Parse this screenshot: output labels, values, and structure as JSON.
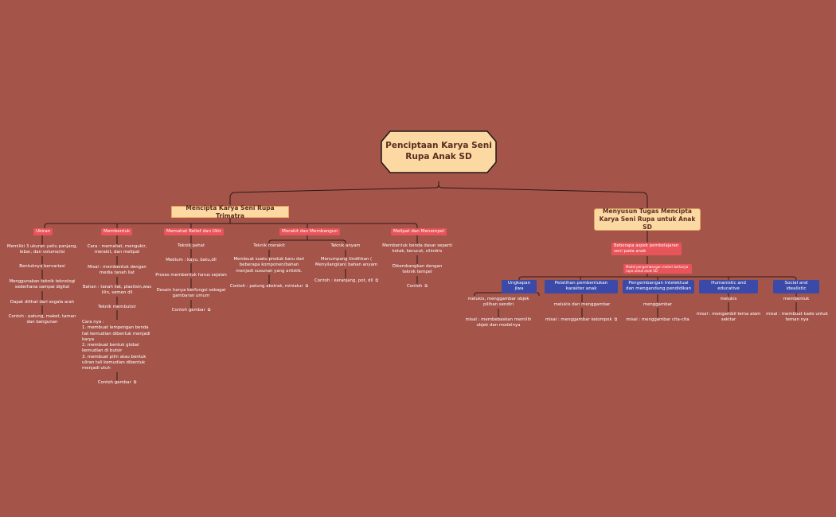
{
  "root": "Penciptaan Karya Seni Rupa Anak SD",
  "left": {
    "title": "Mencipta Karya Seni Rupa Trimatra",
    "c1": {
      "tag": "Ukiran",
      "items": [
        "Memiliki 3 ukuran yaitu panjang, lebar, dan volume/isi",
        "Bentuknya bervariasi",
        "Menggunakan teknik teknologi sederhana sampai digital",
        "Dapat dilihat dari segala arah",
        "Contoh : patung, maket, taman dan bangunan"
      ]
    },
    "c2": {
      "tag": "Membentuk",
      "items": [
        "Cara : memahat, mengukir, merakit, dan melipat",
        "Misal : membentuk dengan media tanah liat",
        "Bahan : tanah liat, plastisin,was lilin, semen dll",
        "Teknik membutsir",
        "Cara nya :\n1. membuat lempengan benda liat kemudian dibentuk menjadi karya\n2. membuat bentuk global kemudian di butsir\n3. membuat pilin atau bentuk uliran tali kemudian dibentuk menjadi utuh",
        "Contoh gambar"
      ]
    },
    "c3": {
      "tag": "Memahat Relief dan Ukir",
      "items": [
        "Teknik pahat",
        "Medium : kayu, batu,dll",
        "Proses membentuk harus sejalan",
        "Desain hanya berfungsi sebagai gambaran umum",
        "Contoh gambar"
      ]
    },
    "c4": {
      "tag": "Merakit dan Membangun",
      "items": [
        "Teknik merakit",
        "Membuat suatu produk baru dari beberapa komponen/bahan menjadi susunan yang artistik.",
        "Contoh : patung abstrak, miniatur",
        "Teknik anyam",
        "Menumpang tindihkan ( Menyilangkan) bahan anyam",
        "Contoh : keranjang, pot, dll"
      ]
    },
    "c5": {
      "tag": "Melipat dan Menempel",
      "items": [
        "Membentuk benda dasar seperti kotak, kerucut, silindris",
        "Dikembangkan dengan teknik tempel",
        "Contoh"
      ]
    }
  },
  "right": {
    "title": "Menyusun Tugas Mencipta Karya Seni Rupa untuk Anak SD",
    "sub": "Beberapa aspek pembelajaran seni pada anak",
    "sub2": "Model pengembangan materi berkarya rupa untuk anak SD",
    "cols": [
      {
        "tag": "Ungkapan jiwa",
        "items": [
          "melukis, menggambar objek pilihan sendiri",
          "misal : membebaskan memilih objek dan modelnya"
        ]
      },
      {
        "tag": "Pelatihan pembentukan karakter anak",
        "items": [
          "melukis dan menggambar",
          "misal : menggambar kelompok"
        ]
      },
      {
        "tag": "Pengembangan Intelektual dan mengandung pendidikan",
        "items": [
          "menggambar",
          "misal : menggambar cita-cita"
        ]
      },
      {
        "tag": "Humanistic and educative",
        "items": [
          "melukis",
          "misal : mengambil tema alam sekitar"
        ]
      },
      {
        "tag": "Social and idealistic",
        "items": [
          "membentuk",
          "misal : membuat kado untuk teman nya"
        ]
      }
    ]
  },
  "link_icon": "external-link-icon"
}
